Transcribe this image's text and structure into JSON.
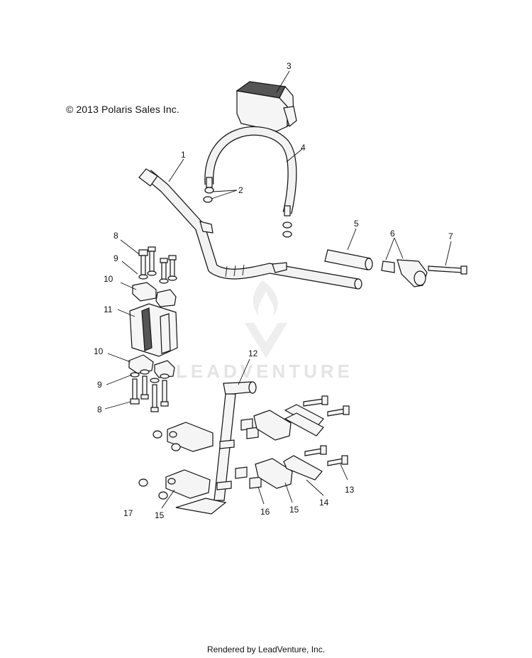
{
  "copyright": "© 2013 Polaris Sales Inc.",
  "footer": "Rendered by LeadVenture, Inc.",
  "watermark": "LEADVENTURE",
  "callouts": {
    "c1": "1",
    "c2": "2",
    "c3": "3",
    "c4": "4",
    "c5": "5",
    "c6": "6",
    "c7": "7",
    "c8a": "8",
    "c8b": "8",
    "c9a": "9",
    "c9b": "9",
    "c10a": "10",
    "c10b": "10",
    "c11": "11",
    "c12": "12",
    "c13": "13",
    "c14": "14",
    "c15a": "15",
    "c15b": "15",
    "c16": "16",
    "c17": "17"
  }
}
